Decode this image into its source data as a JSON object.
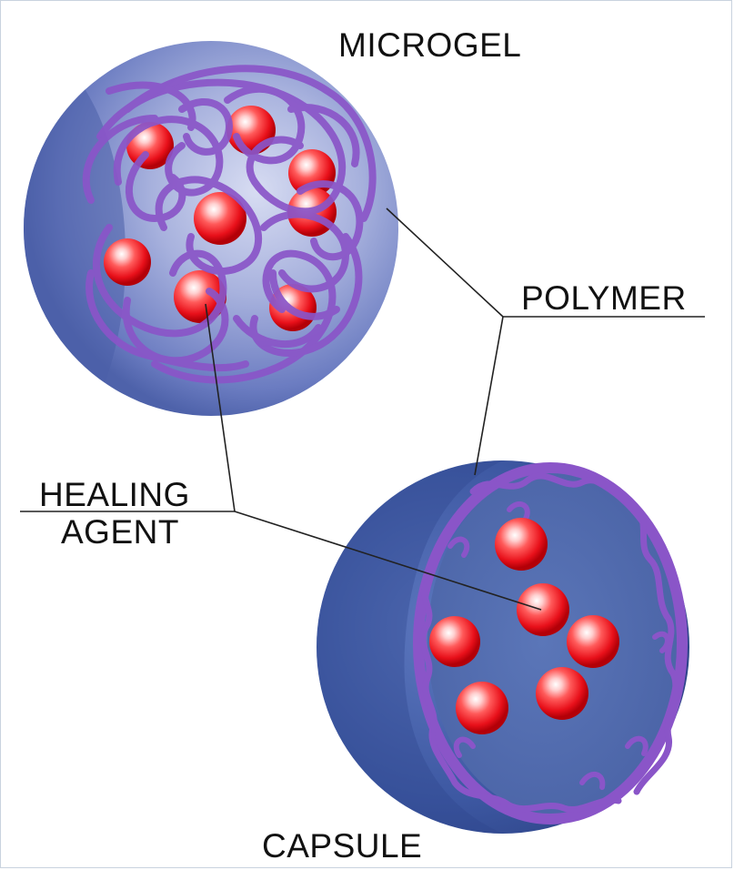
{
  "labels": {
    "microgel": "MICROGEL",
    "polymer": "POLYMER",
    "healing_line1": "HEALING",
    "healing_line2": "AGENT",
    "capsule": "CAPSULE"
  },
  "colors": {
    "sphere_blue": "#5a6fb4",
    "sphere_dark": "#3a4f96",
    "polymer_purple": "#8a55c8",
    "agent_red": "#e8101a",
    "leader_line": "#222222"
  }
}
